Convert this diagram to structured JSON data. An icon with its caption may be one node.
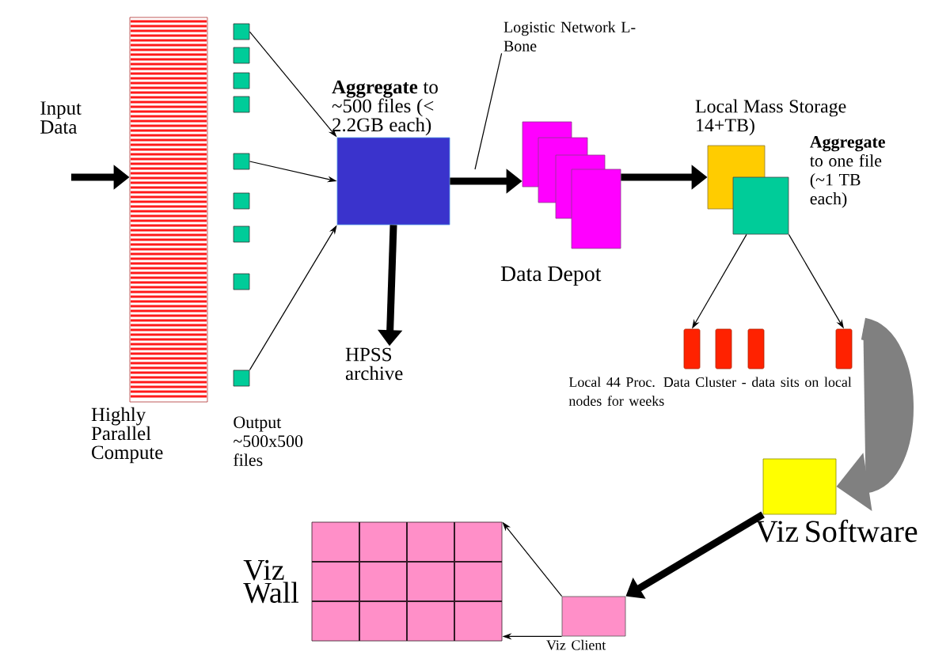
{
  "diagram": {
    "nodes": [
      {
        "text": [
          "Highly Parallel Compute"
        ]
      },
      {
        "text": [],
        "shape": "box"
      },
      {
        "text": [],
        "shape": "box"
      },
      {
        "text": [],
        "shape": "box"
      },
      {
        "text": [],
        "shape": "box"
      },
      {
        "text": [],
        "shape": "box"
      },
      {
        "text": [],
        "shape": "box"
      },
      {
        "text": [],
        "shape": "box"
      },
      {
        "text": [],
        "shape": "box"
      },
      {
        "text": [],
        "shape": "box"
      },
      {
        "text": [
          "**Aggregate** to ~500 files (< 2.2GB each)"
        ]
      },
      {
        "text": [
          "HPSS archive"
        ]
      },
      {
        "text": [
          "Logistic Network L-Bone"
        ]
      },
      {
        "text": [
          "Data Depot"
        ]
      },
      {
        "text": [
          "Local Mass Storage 14+TB)"
        ]
      },
      {
        "text": [],
        "shape": "box",
        "beside": [
          "**Aggregate** to one file (~1 TB each)"
        ]
      },
      {
        "text": [],
        "shape": "bar"
      },
      {
        "text": [],
        "shape": "bar"
      },
      {
        "text": [],
        "shape": "bar"
      },
      {
        "text": [],
        "shape": "bar"
      },
      {
        "text": [
          "Viz Software"
        ]
      },
      {
        "text": [
          "Viz Wall"
        ]
      },
      {
        "text": [
          "Viz Client"
        ]
      }
    ],
    "edges": [
      {
        "from": null,
        "to": 0,
        "arrow": "to",
        "style": "thick"
      },
      {
        "from": 1,
        "to": 10,
        "arrow": "to"
      },
      {
        "from": 5,
        "to": 10,
        "arrow": "to"
      },
      {
        "from": 9,
        "to": 10,
        "arrow": "to"
      },
      {
        "from": 10,
        "to": 11,
        "arrow": "to",
        "style": "thick"
      },
      {
        "from": 10,
        "to": 13,
        "arrow": "to",
        "style": "thick"
      },
      {
        "from": 12,
        "to": null,
        "arrow": "none"
      },
      {
        "from": 13,
        "to": 14,
        "arrow": "to",
        "style": "thick"
      },
      {
        "from": 15,
        "to": 16,
        "arrow": "to"
      },
      {
        "from": 15,
        "to": 19,
        "arrow": "to"
      },
      {
        "from": 19,
        "to": 20,
        "arrow": "to",
        "style": "thick",
        "color": "#808080"
      },
      {
        "from": 20,
        "to": 22,
        "arrow": "to",
        "style": "thick"
      },
      {
        "from": 22,
        "to": 21,
        "arrow": "to"
      },
      {
        "from": 22,
        "to": 21,
        "arrow": "to"
      }
    ],
    "labels": [
      "Input Data",
      "Output ~500x500 files",
      "Local 44 Proc. Data Cluster - data sits on local nodes for weeks"
    ]
  }
}
